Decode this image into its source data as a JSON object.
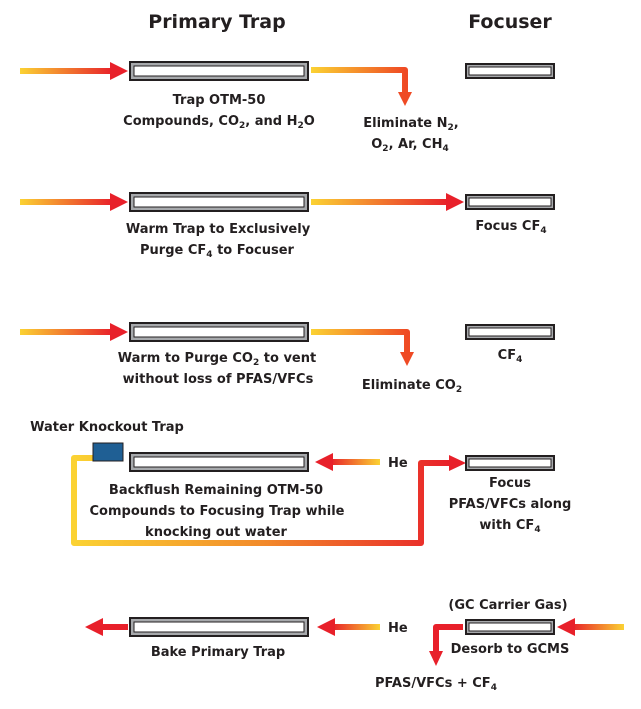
{
  "headers": {
    "primary_trap": "Primary Trap",
    "focuser": "Focuser"
  },
  "step1": {
    "trap_line1": "Trap OTM-50",
    "trap_line2_a": "Compounds, CO",
    "trap_line2_sub1": "2",
    "trap_line2_b": ", and H",
    "trap_line2_sub2": "2",
    "trap_line2_c": "O",
    "elim_line1_a": "Eliminate N",
    "elim_line1_sub": "2",
    "elim_line1_b": ",",
    "elim_line2_a": "O",
    "elim_line2_sub1": "2",
    "elim_line2_b": ", Ar, CH",
    "elim_line2_sub2": "4"
  },
  "step2": {
    "line1": "Warm Trap to Exclusively",
    "line2_a": "Purge CF",
    "line2_sub": "4",
    "line2_b": " to Focuser",
    "focus_a": "Focus CF",
    "focus_sub": "4"
  },
  "step3": {
    "line1_a": "Warm to Purge CO",
    "line1_sub": "2",
    "line1_b": " to vent",
    "line2": "without loss of PFAS/VFCs",
    "cf4_a": "CF",
    "cf4_sub": "4",
    "elim_a": "Eliminate CO",
    "elim_sub": "2"
  },
  "step4": {
    "knockout": "Water Knockout Trap",
    "he": "He",
    "line1": "Backflush Remaining OTM-50",
    "line2": "Compounds to Focusing Trap while",
    "line3": "knocking out water",
    "focus1": "Focus",
    "focus2": "PFAS/VFCs along",
    "focus3_a": "with CF",
    "focus3_sub": "4"
  },
  "step5": {
    "carrier": "(GC Carrier Gas)",
    "he": "He",
    "bake": "Bake Primary Trap",
    "desorb": "Desorb to GCMS",
    "result_a": "PFAS/VFCs + CF",
    "result_sub": "4"
  },
  "colors": {
    "arrow_start": "#fbd233",
    "arrow_end": "#e8202a",
    "trap_border": "#231f20",
    "trap_fill": "#a7a9ac",
    "knockout_trap": "#1f5f94"
  }
}
